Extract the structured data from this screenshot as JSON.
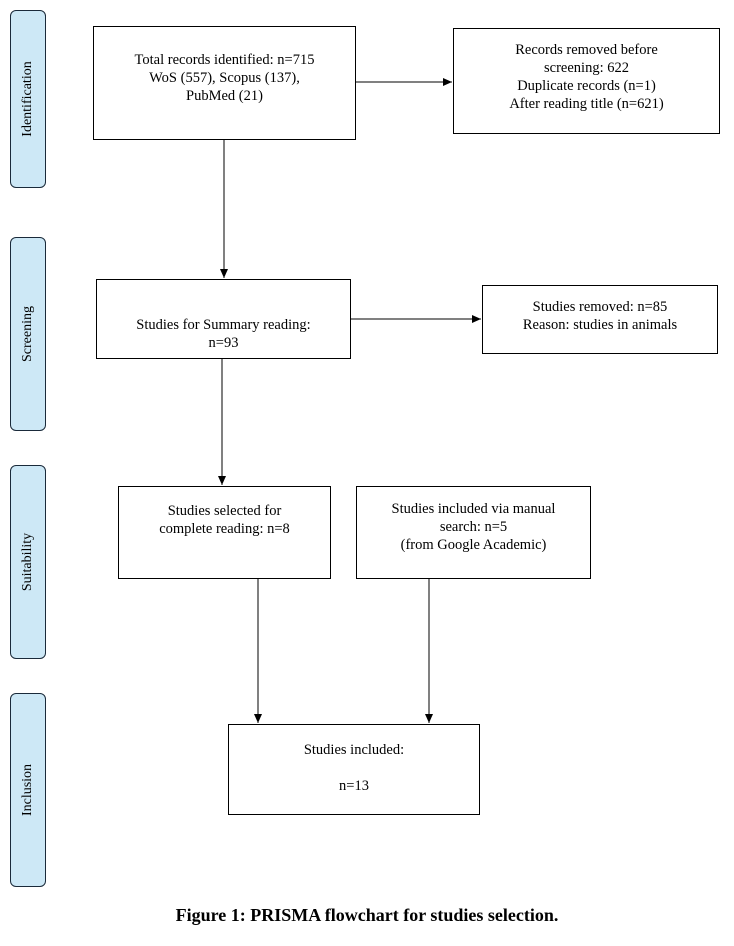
{
  "phases": [
    {
      "label": "Identification"
    },
    {
      "label": "Screening"
    },
    {
      "label": "Suitability"
    },
    {
      "label": "Inclusion"
    }
  ],
  "boxes": {
    "identified": [
      "Total records identified: n=715",
      "WoS (557), Scopus (137),",
      "PubMed (21)"
    ],
    "removed_before": [
      "Records removed before",
      "screening: 622",
      "Duplicate records (n=1)",
      "After reading title (n=621)"
    ],
    "summary_reading": [
      "Studies for Summary reading:",
      "n=93"
    ],
    "studies_removed": [
      "Studies removed: n=85",
      "Reason: studies in animals"
    ],
    "complete_reading": [
      "Studies selected for",
      "complete reading: n=8"
    ],
    "manual_search": [
      "Studies included via manual",
      "search: n=5",
      "(from Google Academic)"
    ],
    "included": [
      "Studies included:",
      "",
      "n=13"
    ]
  },
  "caption": "Figure 1: PRISMA flowchart for studies selection."
}
